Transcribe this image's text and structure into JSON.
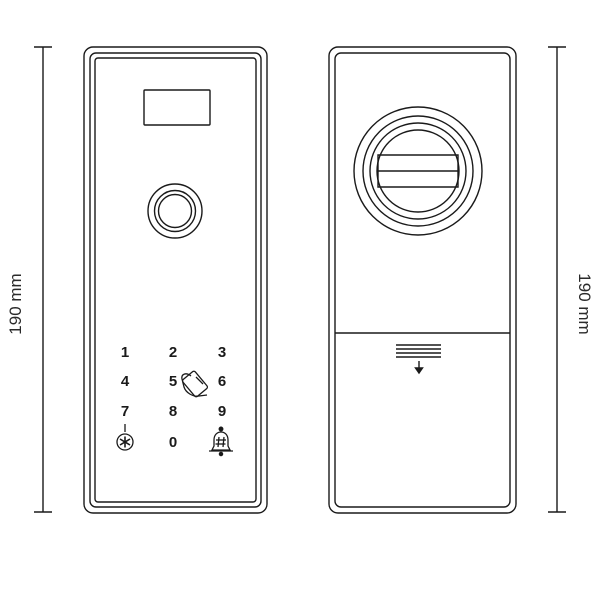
{
  "dimension_left": {
    "label": "190 mm"
  },
  "dimension_right": {
    "label": "190 mm"
  },
  "keypad": {
    "keys": [
      "1",
      "2",
      "3",
      "4",
      "5",
      "6",
      "7",
      "8",
      "9",
      "0"
    ]
  },
  "icons": {
    "star_key": "asterisk-circle-icon",
    "hash_key": "bell-hash-icon",
    "card_reader": "rfid-card-icon",
    "fingerprint_sensor": "fingerprint-sensor-icon",
    "battery_cover_arrow": "arrow-down-icon"
  },
  "colors": {
    "line": "#1a1a1a",
    "background": "#ffffff"
  }
}
